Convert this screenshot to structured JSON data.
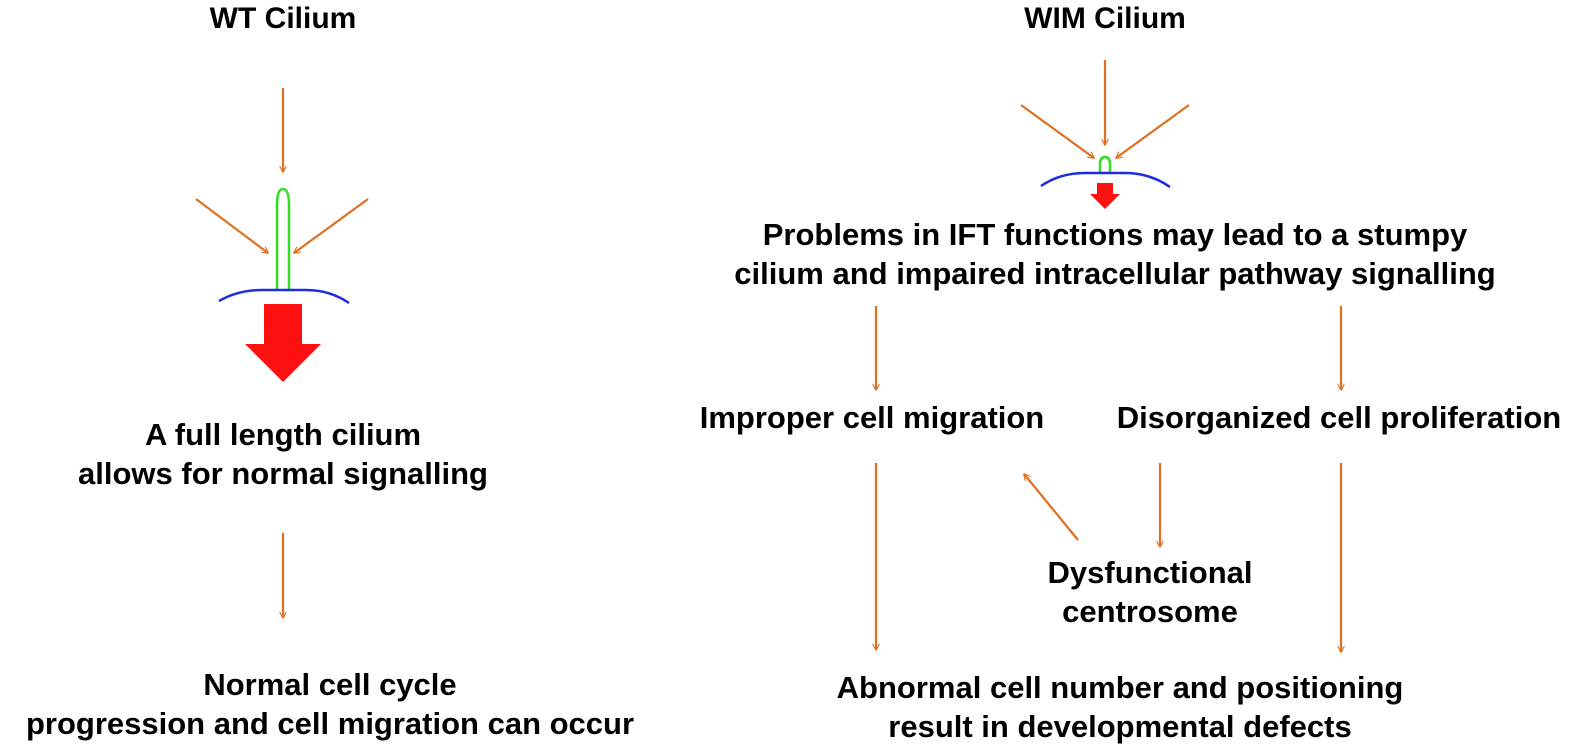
{
  "left": {
    "title": "WT Cilium",
    "statement": [
      "A full length cilium",
      "allows for normal signalling"
    ],
    "outcome": [
      "Normal cell cycle",
      "progression and cell migration can occur"
    ]
  },
  "right": {
    "title": "WIM Cilium",
    "statement": [
      "Problems in IFT functions may lead to a stumpy",
      "cilium and impaired intracellular pathway signalling"
    ],
    "migration": "Improper cell migration",
    "proliferation": "Disorganized cell proliferation",
    "centrosome": [
      "Dysfunctional",
      "centrosome"
    ],
    "outcome": [
      "Abnormal cell number and positioning",
      "result in developmental defects"
    ]
  },
  "colors": {
    "arrow": "#e07020",
    "cilium": "#33dd22",
    "membrane": "#1a2ee0",
    "signal": "#ff1010",
    "text": "#000000"
  }
}
